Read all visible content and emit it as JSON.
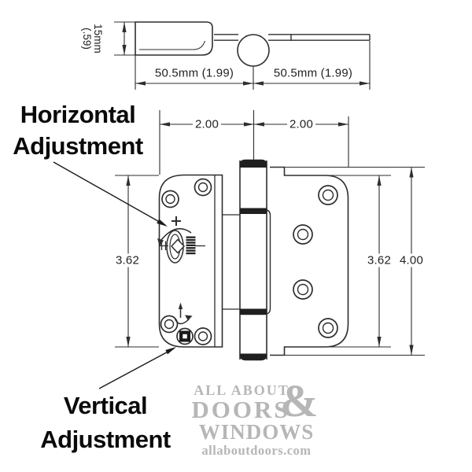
{
  "top_view": {
    "thickness_mm": "15mm",
    "thickness_in": "(.59)",
    "left_width_dim": "50.5mm (1.99)",
    "right_width_dim": "50.5mm (1.99)"
  },
  "front_view": {
    "left_width_dim": "2.00",
    "right_width_dim": "2.00",
    "left_leaf_height_dim": "3.62",
    "right_leaf_height_dim": "3.62",
    "overall_height_dim": "4.00"
  },
  "callouts": {
    "horizontal": {
      "line1": "Horizontal",
      "line2": "Adjustment"
    },
    "vertical": {
      "line1": "Vertical",
      "line2": "Adjustment"
    }
  },
  "watermark": {
    "line1": "ALL ABOUT",
    "ampersand": "&",
    "line2": "DOORS",
    "line3": "WINDOWS",
    "line4": "allaboutdoors.com"
  },
  "icons": {
    "horizontal_adjustment_icon": "rotary-cam-with-plus-and-threaded-screw",
    "vertical_adjustment_icon": "up-arrow-with-turn-arrow",
    "square_drive_screw_icon": "square-socket-screw"
  },
  "colors": {
    "line": "#2e2e2e",
    "dark_fill": "#1f1f1f",
    "text": "#111111",
    "watermark": "#b6b6b6",
    "background": "#ffffff"
  }
}
